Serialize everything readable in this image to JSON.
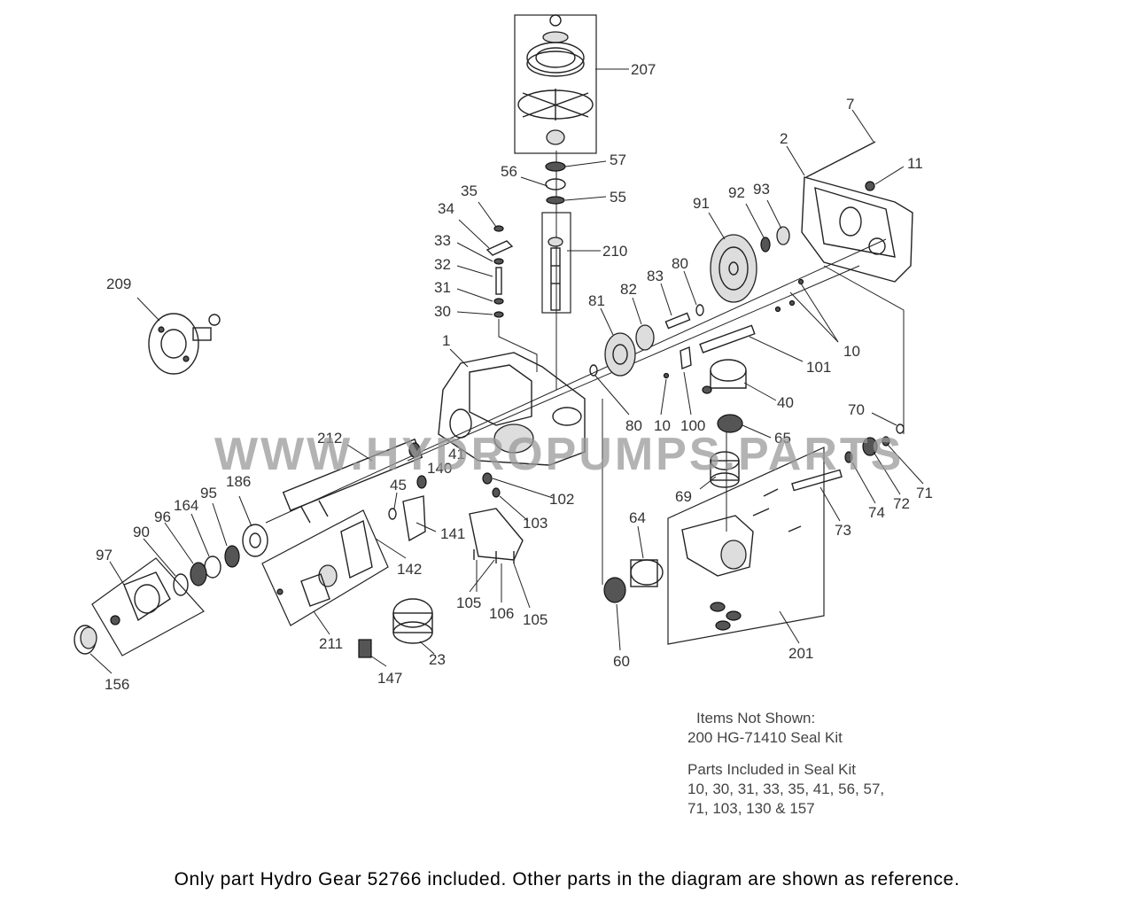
{
  "callouts": [
    "207",
    "7",
    "2",
    "11",
    "57",
    "56",
    "55",
    "35",
    "34",
    "93",
    "92",
    "91",
    "33",
    "210",
    "32",
    "80",
    "83",
    "82",
    "209",
    "31",
    "81",
    "30",
    "1",
    "10",
    "101",
    "40",
    "80",
    "10",
    "100",
    "70",
    "65",
    "212",
    "41",
    "45",
    "140",
    "102",
    "69",
    "71",
    "72",
    "186",
    "74",
    "95",
    "164",
    "96",
    "103",
    "73",
    "141",
    "90",
    "97",
    "64",
    "142",
    "105",
    "106",
    "105",
    "211",
    "201",
    "23",
    "60",
    "147",
    "156"
  ],
  "watermark": "WWW.HYDROPUMPS.PARTS",
  "notes": {
    "not_shown_header": "Items Not Shown:",
    "not_shown_item": "200 HG-71410 Seal Kit",
    "seal_kit_header": "Parts Included in Seal Kit",
    "seal_kit_line1": "10, 30, 31, 33, 35, 41, 56, 57,",
    "seal_kit_line2": "71, 103, 130 & 157"
  },
  "footer": "Only part Hydro Gear 52766 included. Other parts in the diagram are shown as reference."
}
